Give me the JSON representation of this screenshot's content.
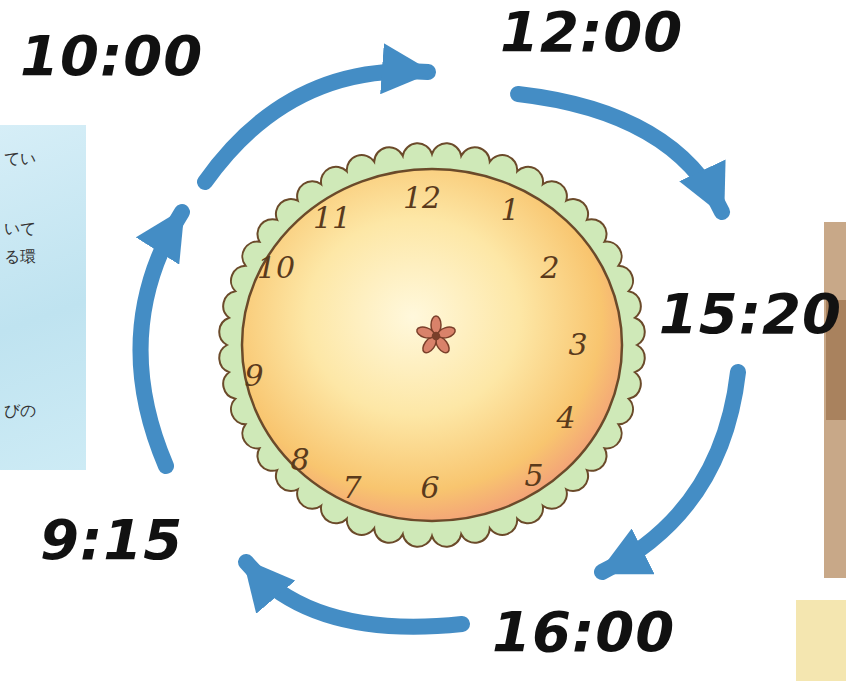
{
  "diagram": {
    "nodes": [
      {
        "text": [
          "てい",
          "いて る環",
          "びの"
        ]
      }
    ],
    "labels": [
      "10:00",
      "12:00",
      "15:20",
      "16:00",
      "9:15",
      "12",
      "1",
      "2",
      "3",
      "4",
      "5",
      "6",
      "7",
      "8",
      "9",
      "10",
      "11"
    ]
  }
}
